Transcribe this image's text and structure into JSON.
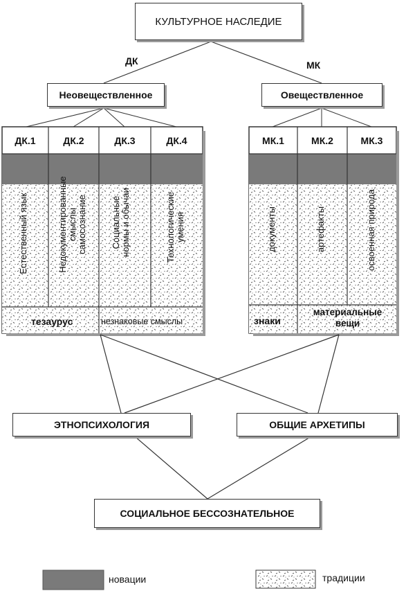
{
  "root": "КУЛЬТУРНОЕ НАСЛЕДИЕ",
  "branches": {
    "left_tag": "ДК",
    "right_tag": "МК",
    "left": "Неовеществленное",
    "right": "Овеществленное"
  },
  "left_table": {
    "headers": [
      "ДК.1",
      "ДК.2",
      "ДК.3",
      "ДК.4"
    ],
    "columns": [
      [
        "Естественный язык"
      ],
      [
        "Недокументированные",
        "смыслы",
        "самосознание"
      ],
      [
        "Социальные",
        "нормы и обычаи"
      ],
      [
        "Технологические",
        "умения"
      ]
    ],
    "bottom": [
      "тезаурус",
      "незнаковые смыслы"
    ]
  },
  "right_table": {
    "headers": [
      "МК.1",
      "МК.2",
      "МК.3"
    ],
    "columns": [
      [
        "документы"
      ],
      [
        "артефакты"
      ],
      [
        "освоенная природа"
      ]
    ],
    "bottom": [
      "знаки",
      "материальные",
      "вещи"
    ]
  },
  "mid": {
    "left": "ЭТНОПСИХОЛОГИЯ",
    "right": "ОБЩИЕ АРХЕТИПЫ"
  },
  "base": "СОЦИАЛЬНОЕ БЕССОЗНАТЕЛЬНОЕ",
  "legend": {
    "innovations": "новации",
    "traditions": "традиции"
  },
  "colors": {
    "innovation_fill": "#7a7a7a",
    "border": "#333333"
  }
}
